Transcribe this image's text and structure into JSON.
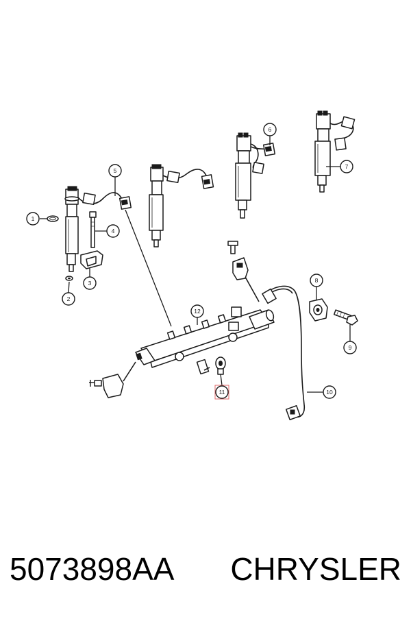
{
  "diagram": {
    "callouts": [
      {
        "id": "callout-1",
        "label": "1"
      },
      {
        "id": "callout-2",
        "label": "2"
      },
      {
        "id": "callout-3",
        "label": "3"
      },
      {
        "id": "callout-4",
        "label": "4"
      },
      {
        "id": "callout-5",
        "label": "5"
      },
      {
        "id": "callout-6",
        "label": "6"
      },
      {
        "id": "callout-7",
        "label": "7"
      },
      {
        "id": "callout-8",
        "label": "8"
      },
      {
        "id": "callout-9",
        "label": "9"
      },
      {
        "id": "callout-10",
        "label": "10"
      },
      {
        "id": "callout-11",
        "label": "11"
      },
      {
        "id": "callout-12",
        "label": "12"
      }
    ],
    "highlighted_callout": "11",
    "highlight_color": "#e06a6a"
  },
  "caption": {
    "part_number": "5073898AA",
    "brand": "CHRYSLER"
  }
}
